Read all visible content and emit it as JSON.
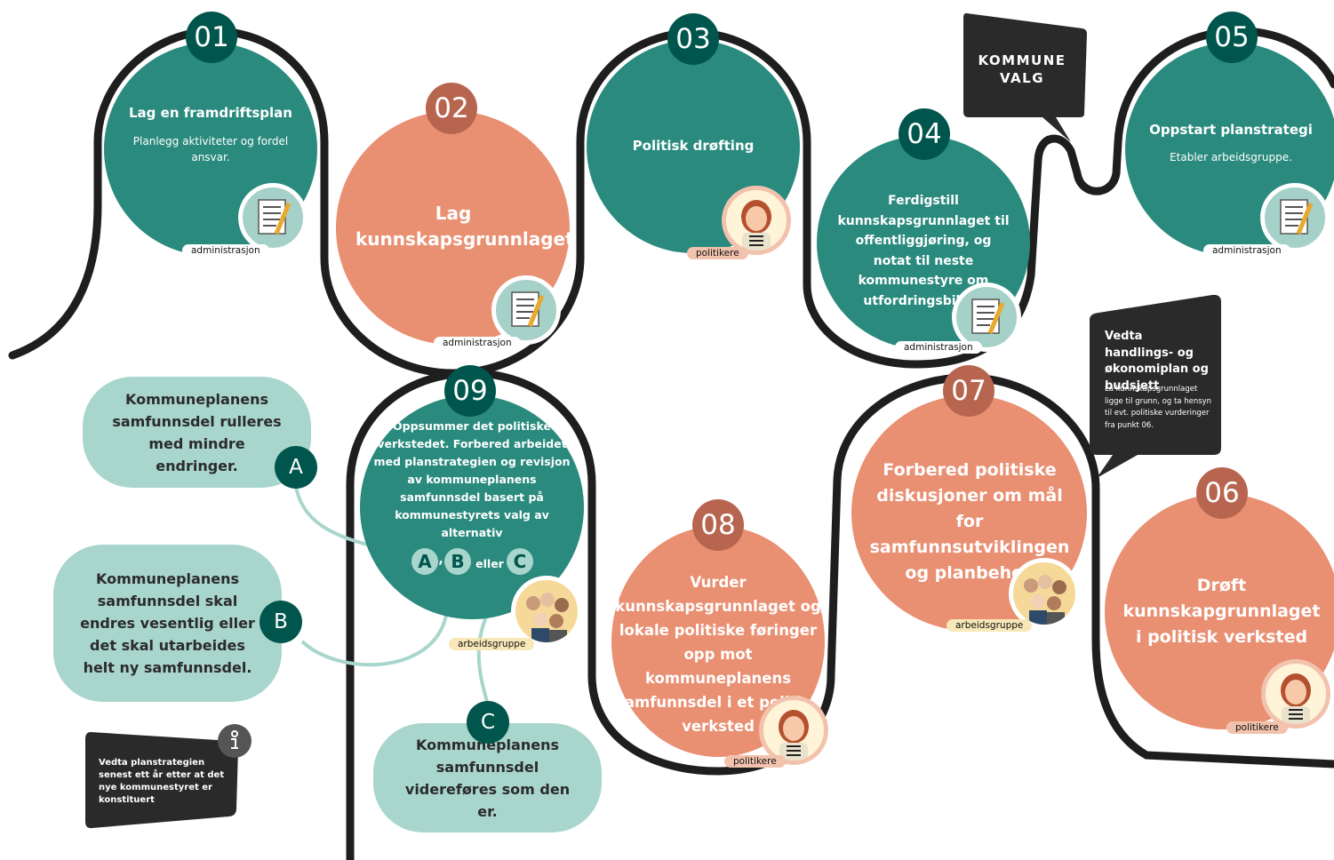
{
  "steps": [
    {
      "number": "01",
      "title": "Lag en framdriftsplan",
      "subtitle": "Planlegg aktiviteter og fordel ansvar.",
      "role": "administrasjon",
      "color": "#2a8a7e"
    },
    {
      "number": "02",
      "title": "Lag kunnskapsgrunnlaget",
      "role": "administrasjon",
      "color": "#e98f72"
    },
    {
      "number": "03",
      "title": "Politisk drøfting",
      "role": "politikere",
      "color": "#2a8a7e"
    },
    {
      "number": "04",
      "title": "Ferdigstill kunnskapsgrunnlaget til offentliggjøring, og notat til neste kommunestyre om utfordringsbildet",
      "role": "administrasjon",
      "color": "#2a8a7e"
    },
    {
      "number": "05",
      "title": "Oppstart planstrategi",
      "subtitle": "Etabler arbeidsgruppe.",
      "role": "administrasjon",
      "color": "#2a8a7e"
    },
    {
      "number": "06",
      "title": "Drøft kunnskapgrunnlaget i politisk verksted",
      "role": "politikere",
      "color": "#e98f72"
    },
    {
      "number": "07",
      "title": "Forbered politiske diskusjoner om mål for samfunnsutviklingen og planbehov",
      "role": "arbeidsgruppe",
      "color": "#e98f72"
    },
    {
      "number": "08",
      "title": "Vurder kunnskapsgrunnlaget og lokale politiske føringer opp mot kommuneplanens samfunnsdel i et politisk verksted",
      "role": "politikere",
      "color": "#e98f72"
    },
    {
      "number": "09",
      "title": "Oppsummer det politiske verkstedet. Forbered arbeidet med planstrategien og revisjon av kommuneplanens samfunnsdel basert på kommunestyrets valg av alternativ",
      "role": "arbeidsgruppe",
      "color": "#2a8a7e"
    }
  ],
  "options_row": {
    "a": "A",
    "comma": ",",
    "b": "B",
    "or": "eller",
    "c": "C"
  },
  "outcomes": [
    {
      "letter": "A",
      "text": "Kommuneplanens samfunnsdel rulleres med mindre endringer."
    },
    {
      "letter": "B",
      "text": "Kommuneplanens samfunnsdel skal endres vesentlig eller det skal utarbeides helt ny  samfunnsdel."
    },
    {
      "letter": "C",
      "text": "Kommuneplanens samfunnsdel videreføres som den er."
    }
  ],
  "callouts": {
    "election": "KOMMUNE VALG",
    "budget_title": "Vedta handlings- og økonomiplan og budsjett",
    "budget_text": "La kunnskapsgrunnlaget ligge til grunn, og ta hensyn til evt. politiske vurderinger fra punkt 06.",
    "info_icon": "info-icon",
    "info_text": "Vedta planstrategien senest ett år etter at det nye kommunestyret er konstituert"
  },
  "colors": {
    "teal": "#2a8a7e",
    "dark_teal": "#00564c",
    "salmon": "#e98f72",
    "dark_salmon": "#b8654f",
    "mint": "#a8d5cc",
    "path": "#1e1e1e",
    "callout": "#2a2a2a"
  }
}
